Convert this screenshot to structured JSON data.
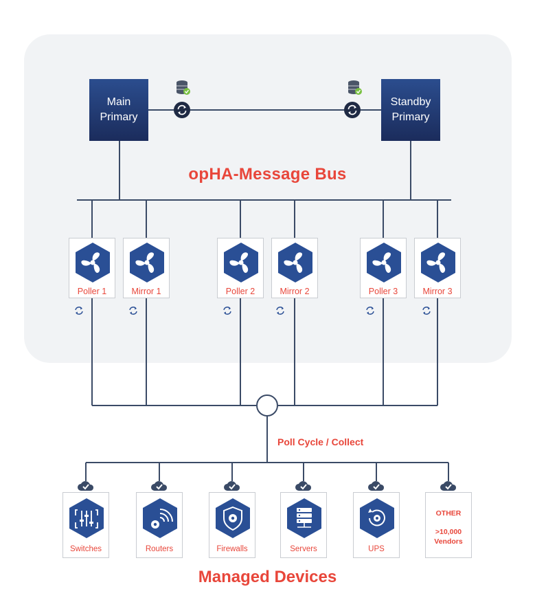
{
  "primaries": {
    "main": {
      "line1": "Main",
      "line2": "Primary"
    },
    "standby": {
      "line1": "Standby",
      "line2": "Primary"
    }
  },
  "bus_title": "opHA-Message Bus",
  "nodes": [
    {
      "label": "Poller 1"
    },
    {
      "label": "Mirror 1"
    },
    {
      "label": "Poller 2"
    },
    {
      "label": "Mirror 2"
    },
    {
      "label": "Poller 3"
    },
    {
      "label": "Mirror 3"
    }
  ],
  "poll_cycle_label": "Poll Cycle / Collect",
  "devices": [
    {
      "label": "Switches",
      "icon": "switches-icon"
    },
    {
      "label": "Routers",
      "icon": "router-icon"
    },
    {
      "label": "Firewalls",
      "icon": "firewall-icon"
    },
    {
      "label": "Servers",
      "icon": "server-icon"
    },
    {
      "label": "UPS",
      "icon": "ups-icon"
    },
    {
      "label": "OTHER",
      "detail_line1": ">10,000",
      "detail_line2": "Vendors"
    }
  ],
  "footer_title": "Managed Devices",
  "colors": {
    "accent_red": "#e8463a",
    "navy": "#1b2c5c",
    "hex_blue": "#2a4f95",
    "panel": "#f1f3f5",
    "line": "#3a4a66"
  }
}
